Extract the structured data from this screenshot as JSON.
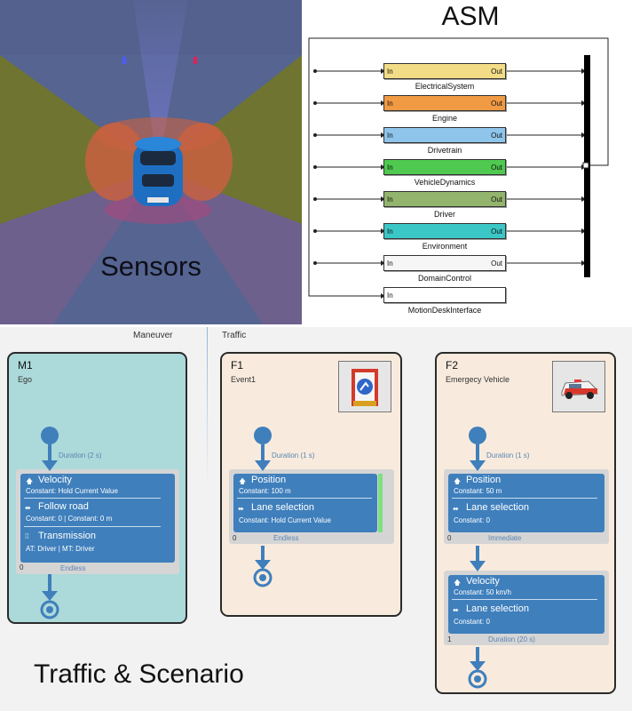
{
  "sensors": {
    "label": "Sensors"
  },
  "asm": {
    "title": "ASM",
    "blocks": [
      {
        "name": "ElectricalSystem",
        "in": "In",
        "out": "Out",
        "color": "#f3dc86"
      },
      {
        "name": "Engine",
        "in": "In",
        "out": "Out",
        "color": "#f09a44"
      },
      {
        "name": "Drivetrain",
        "in": "In",
        "out": "Out",
        "color": "#8fc5ea"
      },
      {
        "name": "VehicleDynamics",
        "in": "In",
        "out": "Out",
        "color": "#4fc94f"
      },
      {
        "name": "Driver",
        "in": "In",
        "out": "Out",
        "color": "#93b46c"
      },
      {
        "name": "Environment",
        "in": "In",
        "out": "Out",
        "color": "#3cc7c7"
      },
      {
        "name": "DomainControl",
        "in": "In",
        "out": "Out",
        "color": "#f6f6f6"
      },
      {
        "name": "MotionDeskInterface",
        "in": "In",
        "out": "",
        "color": "#ffffff"
      }
    ]
  },
  "scenario": {
    "title": "Traffic & Scenario",
    "columns": {
      "maneuver": "Maneuver",
      "traffic": "Traffic"
    },
    "cards": {
      "m1": {
        "id": "M1",
        "subtitle": "Ego",
        "color": "#acd9d9",
        "duration": "Duration (2 s)",
        "rows": [
          {
            "title": "Velocity",
            "detail": "Constant: Hold Current Value"
          },
          {
            "title": "Follow road",
            "detail": "Constant: 0  |  Constant: 0 m"
          },
          {
            "title": "Transmission",
            "detail": "AT: Driver  |  MT: Driver"
          }
        ],
        "footer_num": "0",
        "footer_text": "Endless"
      },
      "f1": {
        "id": "F1",
        "subtitle": "Event1",
        "color": "#f8ebdd",
        "duration": "Duration (1 s)",
        "rows": [
          {
            "title": "Position",
            "detail": "Constant: 100 m"
          },
          {
            "title": "Lane selection",
            "detail": "Constant: Hold Current Value"
          }
        ],
        "footer_num": "0",
        "footer_text": "Endless"
      },
      "f2": {
        "id": "F2",
        "subtitle": "Emergecy Vehicle",
        "color": "#f8ebdd",
        "duration": "Duration (1 s)",
        "rows": [
          {
            "title": "Position",
            "detail": "Constant: 50 m"
          },
          {
            "title": "Lane selection",
            "detail": "Constant: 0"
          }
        ],
        "footer_num": "0",
        "footer_text": "Immediate",
        "rows2": [
          {
            "title": "Velocity",
            "detail": "Constant: 50 km/h"
          },
          {
            "title": "Lane selection",
            "detail": "Constant: 0"
          }
        ],
        "footer2_num": "1",
        "footer2_text": "Duration (20 s)"
      }
    }
  }
}
